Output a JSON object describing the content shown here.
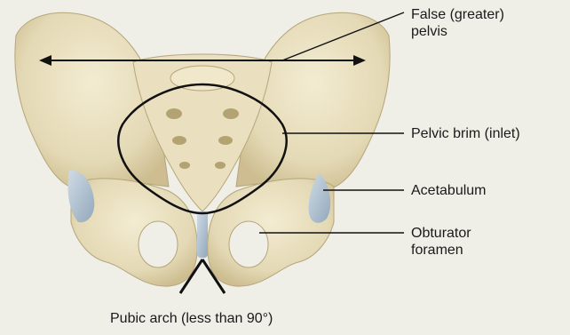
{
  "labels": {
    "false_pelvis": [
      "False (greater)",
      "pelvis"
    ],
    "pelvic_brim": "Pelvic brim (inlet)",
    "acetabulum": "Acetabulum",
    "obturator_foramen": [
      "Obturator",
      "foramen"
    ],
    "pubic_arch": "Pubic arch (less than 90°)"
  },
  "colors": {
    "background": "#efeee7",
    "bone": "#e4d9b5",
    "bone_shadow": "#c9b98c",
    "cartilage": "#b8c7d4",
    "lines": "#111111"
  }
}
